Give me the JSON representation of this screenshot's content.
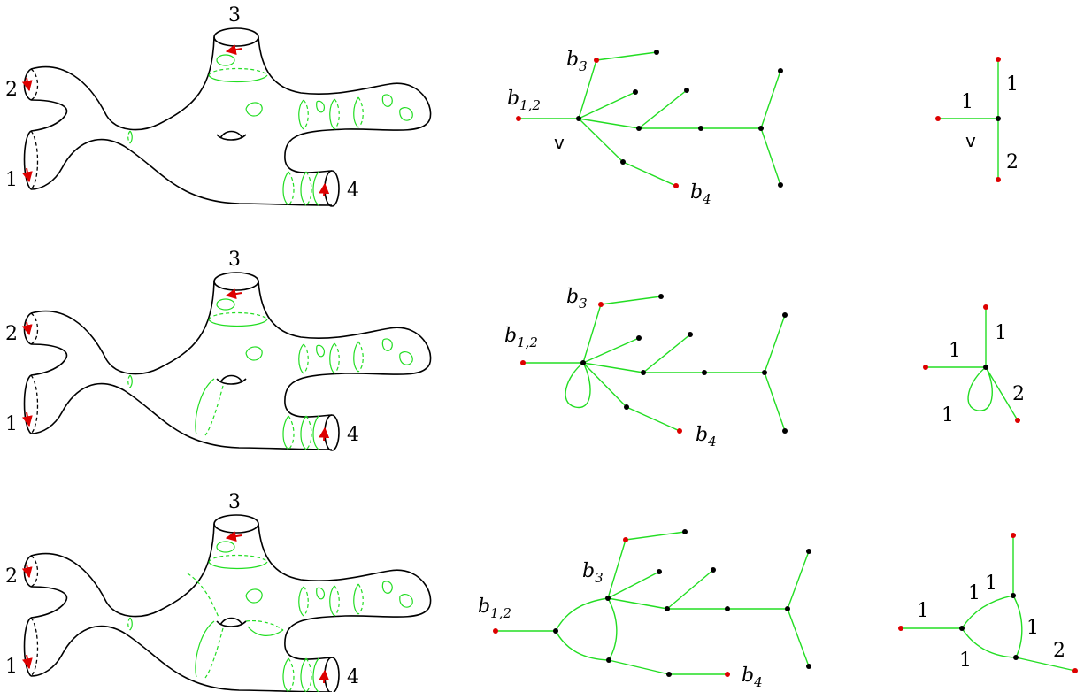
{
  "rows": [
    {
      "surface": {
        "boundary_labels": [
          "3",
          "2",
          "1",
          "4"
        ]
      },
      "tree": {
        "labels": {
          "b3": "b",
          "b3_sub": "3",
          "b12": "b",
          "b12_sub": "1,2",
          "b4": "b",
          "b4_sub": "4",
          "v": "v"
        }
      },
      "graph": {
        "edge_labels": [
          "1",
          "1",
          "2"
        ],
        "vertex_label": "v"
      }
    },
    {
      "surface": {
        "boundary_labels": [
          "3",
          "2",
          "1",
          "4"
        ]
      },
      "tree": {
        "labels": {
          "b3": "b",
          "b3_sub": "3",
          "b12": "b",
          "b12_sub": "1,2",
          "b4": "b",
          "b4_sub": "4"
        }
      },
      "graph": {
        "edge_labels": [
          "1",
          "1",
          "2",
          "1"
        ]
      }
    },
    {
      "surface": {
        "boundary_labels": [
          "3",
          "2",
          "1",
          "4"
        ]
      },
      "tree": {
        "labels": {
          "b3": "b",
          "b3_sub": "3",
          "b12": "b",
          "b12_sub": "1,2",
          "b4": "b",
          "b4_sub": "4"
        }
      },
      "graph": {
        "edge_labels": [
          "1",
          "1",
          "1",
          "1",
          "1",
          "2"
        ]
      }
    }
  ],
  "colors": {
    "edge": "#22dd22",
    "boundary_vertex": "#dd0000",
    "vertex": "#000000",
    "arrow": "#dd0000"
  }
}
